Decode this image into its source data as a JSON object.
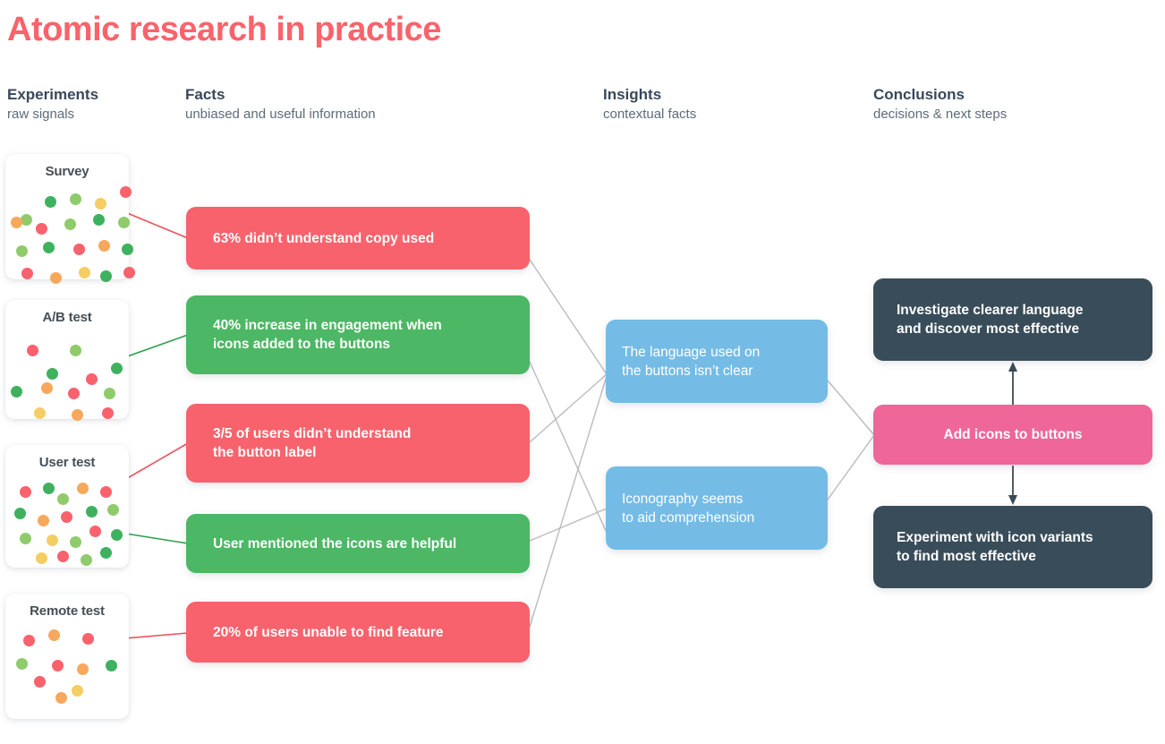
{
  "page": {
    "title": "Atomic research in practice"
  },
  "colors": {
    "title": "#F9636B",
    "heading": "#39485A",
    "subheading": "#5C6B7A",
    "fact_negative": "#F8626C",
    "fact_positive": "#4CB764",
    "insight": "#74BCE6",
    "conclusion_dark": "#394C59",
    "conclusion_accent": "#EF6699",
    "connector": "#B8BDC2",
    "dot_red": "#F8626C",
    "dot_green": "#3FB15E",
    "dot_light_green": "#8FCB6B",
    "dot_orange": "#F5A košt"
  },
  "columns": [
    {
      "key": "experiments",
      "title": "Experiments",
      "subtitle": "raw signals"
    },
    {
      "key": "facts",
      "title": "Facts",
      "subtitle": "unbiased and useful information"
    },
    {
      "key": "insights",
      "title": "Insights",
      "subtitle": "contextual facts"
    },
    {
      "key": "conclusions",
      "title": "Conclusions",
      "subtitle": "decisions & next steps"
    }
  ],
  "experiments": [
    {
      "id": "survey",
      "label": "Survey"
    },
    {
      "id": "ab-test",
      "label": "A/B test"
    },
    {
      "id": "user-test",
      "label": "User test"
    },
    {
      "id": "remote-test",
      "label": "Remote test"
    }
  ],
  "facts": [
    {
      "id": "fact-1",
      "text": "63% didn’t understand copy used",
      "tone": "negative"
    },
    {
      "id": "fact-2",
      "text": "40% increase in engagement when\nicons added to the buttons",
      "tone": "positive"
    },
    {
      "id": "fact-3",
      "text": "3/5 of users didn’t understand\nthe button label",
      "tone": "negative"
    },
    {
      "id": "fact-4",
      "text": "User mentioned the icons are helpful",
      "tone": "positive"
    },
    {
      "id": "fact-5",
      "text": "20% of users unable to find feature",
      "tone": "negative"
    }
  ],
  "insights": [
    {
      "id": "insight-1",
      "text": "The language used on\nthe buttons isn’t clear"
    },
    {
      "id": "insight-2",
      "text": "Iconography seems\nto aid comprehension"
    }
  ],
  "conclusions": [
    {
      "id": "conclusion-1",
      "text": "Investigate clearer language\nand discover most effective",
      "tone": "dark"
    },
    {
      "id": "conclusion-2",
      "text": "Add icons to buttons",
      "tone": "accent"
    },
    {
      "id": "conclusion-3",
      "text": "Experiment with icon variants\nto find most effective",
      "tone": "dark"
    }
  ]
}
